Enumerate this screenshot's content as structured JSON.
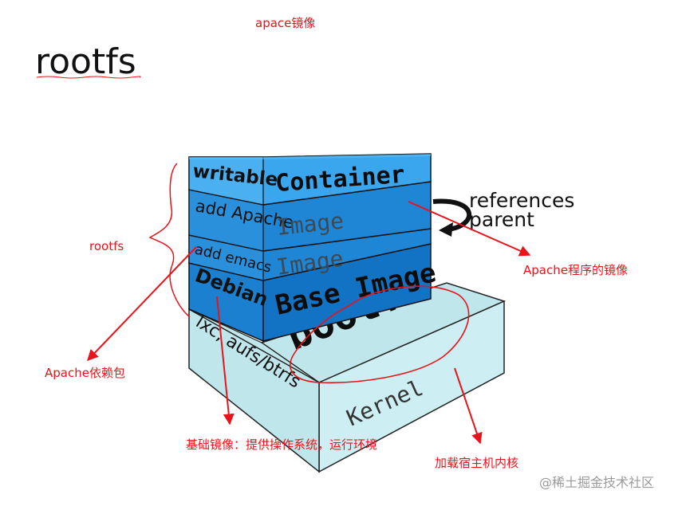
{
  "page": {
    "top_caption": "apace镜像",
    "title": "rootfs",
    "watermark": "@稀土掘金技术社区"
  },
  "layers": {
    "writable": "writable",
    "container": "Container",
    "add_apache": "add Apache",
    "image_1": "Image",
    "add_emacs": "add emacs",
    "image_2": "Image",
    "debian": "Debian",
    "base_image": "Base Image",
    "lxc": "lxc, aufs/btrfs",
    "bootfs": "bootfs",
    "kernel": "Kernel"
  },
  "references": {
    "line1": "references",
    "line2": "parent"
  },
  "annotations": {
    "rootfs": "rootfs",
    "apache_image": "Apache程序的镜像",
    "apache_deps": "Apache依赖包",
    "base_image": "基础镜像：提供操作系统，运行环境",
    "host_kernel": "加载宿主机内核"
  },
  "colors": {
    "annotation_red": "#e8141b",
    "container_blue": "#3aa6ee",
    "image_blue": "#1f86d6",
    "base_blue": "#1273c4",
    "bootfs_cyan": "#bfe6ea"
  }
}
